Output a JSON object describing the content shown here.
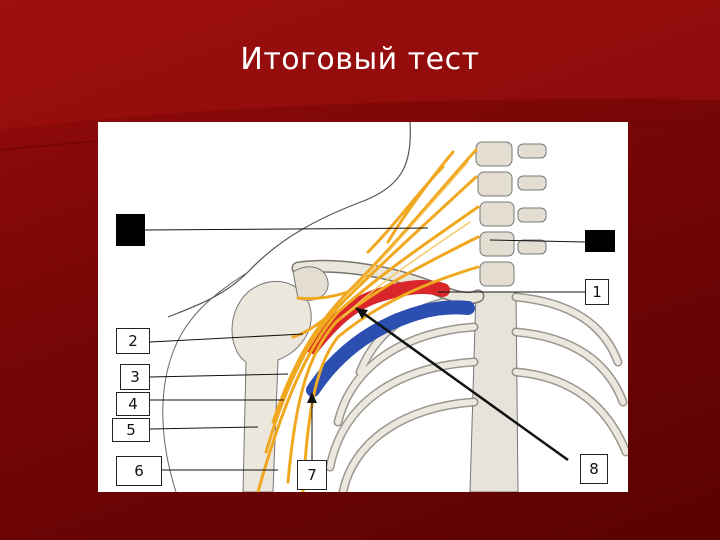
{
  "slide": {
    "title": "Итоговый тест"
  },
  "figure": {
    "labels": {
      "l1": "1",
      "l2": "2",
      "l3": "3",
      "l4": "4",
      "l5": "5",
      "l6": "6",
      "l7": "7",
      "l8": "8"
    },
    "colors": {
      "background": "#8b0a0a",
      "nerve": "#f0a820",
      "artery": "#d8262a",
      "vein": "#2a4fb0",
      "bone": "#e6e2da"
    }
  }
}
